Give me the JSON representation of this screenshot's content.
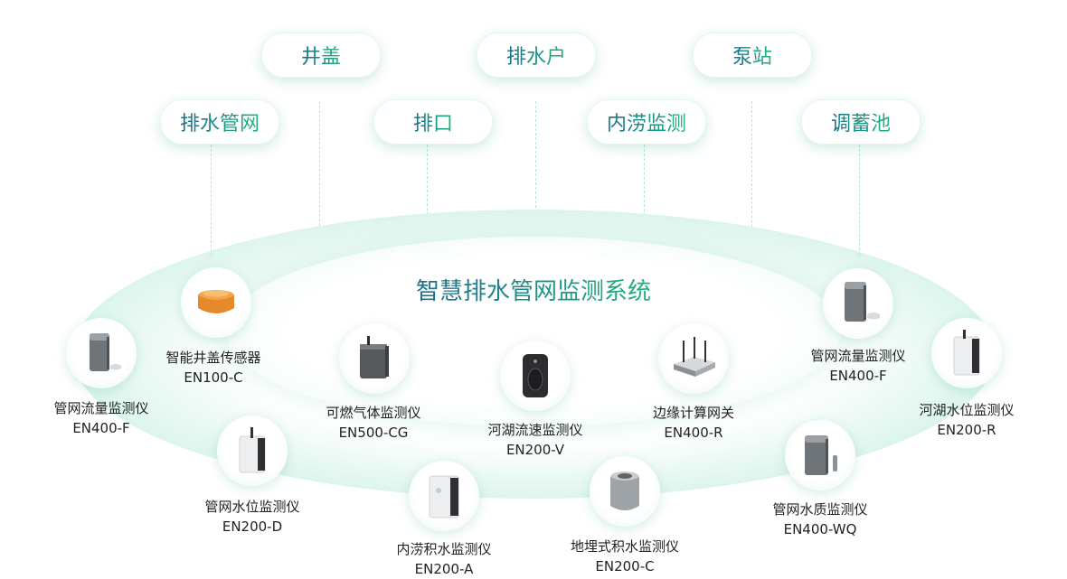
{
  "scenarios_top": [
    "井盖",
    "排水户",
    "泵站"
  ],
  "scenarios_second": [
    "排水管网",
    "排口",
    "内涝监测",
    "调蓄池"
  ],
  "system_title": "智慧排水管网监测系统",
  "devices": [
    {
      "name": "管网流量监测仪",
      "model": "EN400-F",
      "icon": "flow-meter-icon"
    },
    {
      "name": "智能井盖传感器",
      "model": "EN100-C",
      "icon": "manhole-sensor-icon"
    },
    {
      "name": "可燃气体监测仪",
      "model": "EN500-CG",
      "icon": "gas-monitor-icon"
    },
    {
      "name": "河湖流速监测仪",
      "model": "EN200-V",
      "icon": "velocity-meter-icon"
    },
    {
      "name": "边缘计算网关",
      "model": "EN400-R",
      "icon": "router-icon"
    },
    {
      "name": "管网流量监测仪",
      "model": "EN400-F",
      "icon": "flow-meter-icon"
    },
    {
      "name": "河湖水位监测仪",
      "model": "EN200-R",
      "icon": "level-meter-icon"
    },
    {
      "name": "管网水位监测仪",
      "model": "EN200-D",
      "icon": "level-meter-icon"
    },
    {
      "name": "内涝积水监测仪",
      "model": "EN200-A",
      "icon": "waterlogging-meter-icon"
    },
    {
      "name": "地埋式积水监测仪",
      "model": "EN200-C",
      "icon": "buried-sensor-icon"
    },
    {
      "name": "管网水质监测仪",
      "model": "EN400-WQ",
      "icon": "water-quality-icon"
    }
  ],
  "colors": {
    "accent_start": "#176f8c",
    "accent_end": "#22b37e",
    "glow": "#caf0e2"
  }
}
